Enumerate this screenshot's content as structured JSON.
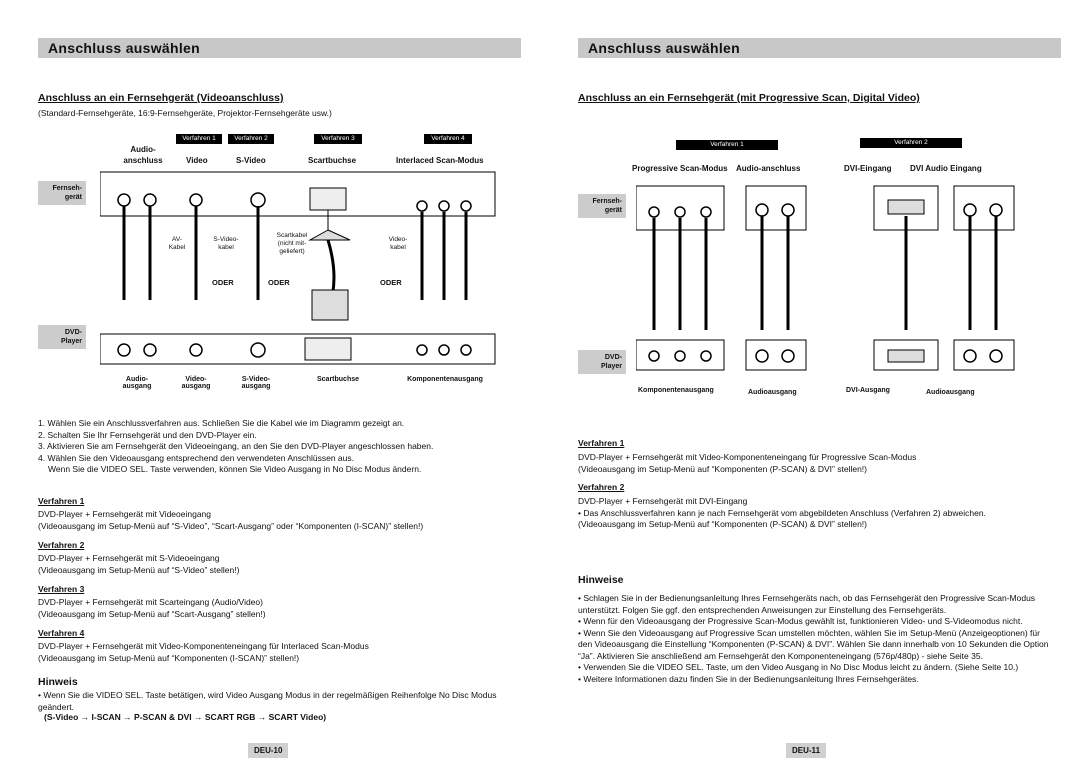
{
  "left": {
    "header": "Anschluss auswählen",
    "subtitle": "Anschluss an ein Fernsehgerät (Videoanschluss)",
    "subnote": "(Standard-Fernsehgeräte, 16:9-Fernsehgeräte, Projektor-Fernsehgeräte usw.)",
    "diagram": {
      "verfahren": [
        "Verfahren 1",
        "Verfahren 2",
        "Verfahren 3",
        "Verfahren 4"
      ],
      "columns": [
        "Audio-\nanschluss",
        "Video",
        "S-Video",
        "Scartbuchse",
        "Interlaced Scan-Modus"
      ],
      "side_tv": "Fernseh-\ngerät",
      "side_dvd": "DVD-\nPlayer",
      "cables": [
        "AV-\nKabel",
        "S-Video-\nkabel",
        "Scartkabel\n(nicht mit-\ngeliefert)",
        "Video-\nkabel"
      ],
      "oder": [
        "ODER",
        "ODER",
        "ODER"
      ],
      "outputs": [
        "Audio-\nausgang",
        "Video-\nausgang",
        "S-Video-\nausgang",
        "Scartbuchse",
        "Komponentenausgang"
      ]
    },
    "steps": [
      "1. Wählen Sie ein Anschlussverfahren aus. Schließen Sie die Kabel wie im Diagramm gezeigt an.",
      "2. Schalten Sie Ihr Fernsehgerät und den DVD-Player ein.",
      "3. Aktivieren Sie am Fernsehgerät den Videoeingang, an den Sie den DVD-Player angeschlossen haben.",
      "4. Wählen Sie den Videoausgang entsprechend den verwendeten Anschlüssen aus.",
      "Wenn Sie die VIDEO SEL. Taste verwenden, können Sie Video Ausgang in No Disc Modus ändern."
    ],
    "verfahren_sections": [
      {
        "title": "Verfahren 1",
        "line1": "DVD-Player + Fernsehgerät mit Videoeingang",
        "line2": "(Videoausgang im Setup-Menü auf “S-Video”, “Scart-Ausgang” oder “Komponenten (I-SCAN)” stellen!)"
      },
      {
        "title": "Verfahren 2",
        "line1": "DVD-Player + Fernsehgerät mit S-Videoeingang",
        "line2": "(Videoausgang im Setup-Menü auf “S-Video” stellen!)"
      },
      {
        "title": "Verfahren 3",
        "line1": "DVD-Player + Fernsehgerät mit Scarteingang (Audio/Video)",
        "line2": "(Videoausgang im Setup-Menü auf “Scart-Ausgang” stellen!)"
      },
      {
        "title": "Verfahren 4",
        "line1": "DVD-Player + Fernsehgerät mit Video-Komponenteneingang für Interlaced Scan-Modus",
        "line2": "(Videoausgang im Setup-Menü auf “Komponenten (I-SCAN)” stellen!)"
      }
    ],
    "hinweis_title": "Hinweis",
    "hinweis_text": "• Wenn Sie die VIDEO SEL. Taste betätigen, wird Video Ausgang Modus in der regelmäßigen Reihenfolge No Disc Modus geändert.",
    "hinweis_seq": "(S-Video → I-SCAN → P-SCAN & DVI → SCART RGB → SCART Video)",
    "pagenum": "DEU-10"
  },
  "right": {
    "header": "Anschluss auswählen",
    "subtitle": "Anschluss an ein Fernsehgerät (mit Progressive Scan, Digital Video)",
    "diagram": {
      "verfahren": [
        "Verfahren 1",
        "Verfahren 2"
      ],
      "columns": [
        "Progressive Scan-Modus",
        "Audio-anschluss",
        "DVI-Eingang",
        "DVI Audio Eingang"
      ],
      "side_tv": "Fernseh-\ngerät",
      "side_dvd": "DVD-\nPlayer",
      "outputs": [
        "Komponentenausgang",
        "Audioausgang",
        "DVI-Ausgang",
        "Audioausgang"
      ]
    },
    "verfahren_sections": [
      {
        "title": "Verfahren 1",
        "line1": "DVD-Player + Fernsehgerät mit Video-Komponenteneingang für Progressive Scan-Modus",
        "line2": "(Videoausgang im Setup-Menü auf “Komponenten (P-SCAN) & DVI” stellen!)"
      },
      {
        "title": "Verfahren 2",
        "line1": "DVD-Player + Fernsehgerät mit DVI-Eingang",
        "line2": "• Das Anschlussverfahren kann je nach Fernsehgerät vom abgebildeten Anschluss (Verfahren 2) abweichen.",
        "line3": "(Videoausgang im Setup-Menü auf “Komponenten (P-SCAN) & DVI” stellen!)"
      }
    ],
    "hinweise_title": "Hinweise",
    "hinweise": [
      "• Schlagen Sie in der Bedienungsanleitung Ihres Fernsehgeräts nach, ob das Fernsehgerät den Progressive Scan-Modus unterstützt. Folgen Sie ggf. den entsprechenden Anweisungen zur Einstellung des Fernsehgeräts.",
      "• Wenn für den Videoausgang der Progressive Scan-Modus gewählt ist, funktionieren Video- und S-Videomodus nicht.",
      "• Wenn Sie den Videoausgang auf Progressive Scan umstellen möchten, wählen Sie im Setup-Menü (Anzeigeoptionen) für den Videoausgang die Einstellung “Komponenten (P-SCAN) & DVI”. Wählen Sie dann innerhalb von 10 Sekunden die Option “Ja”. Aktivieren Sie anschließend am Fernsehgerät den Komponenteneingang (576p/480p) - siehe Seite 35.",
      "• Verwenden Sie die VIDEO SEL. Taste, um den Video Ausgang in No Disc Modus leicht zu ändern. (Siehe Seite 10.)",
      "• Weitere Informationen dazu finden Sie in der Bedienungsanleitung Ihres Fernsehgerätes."
    ],
    "pagenum": "DEU-11"
  }
}
